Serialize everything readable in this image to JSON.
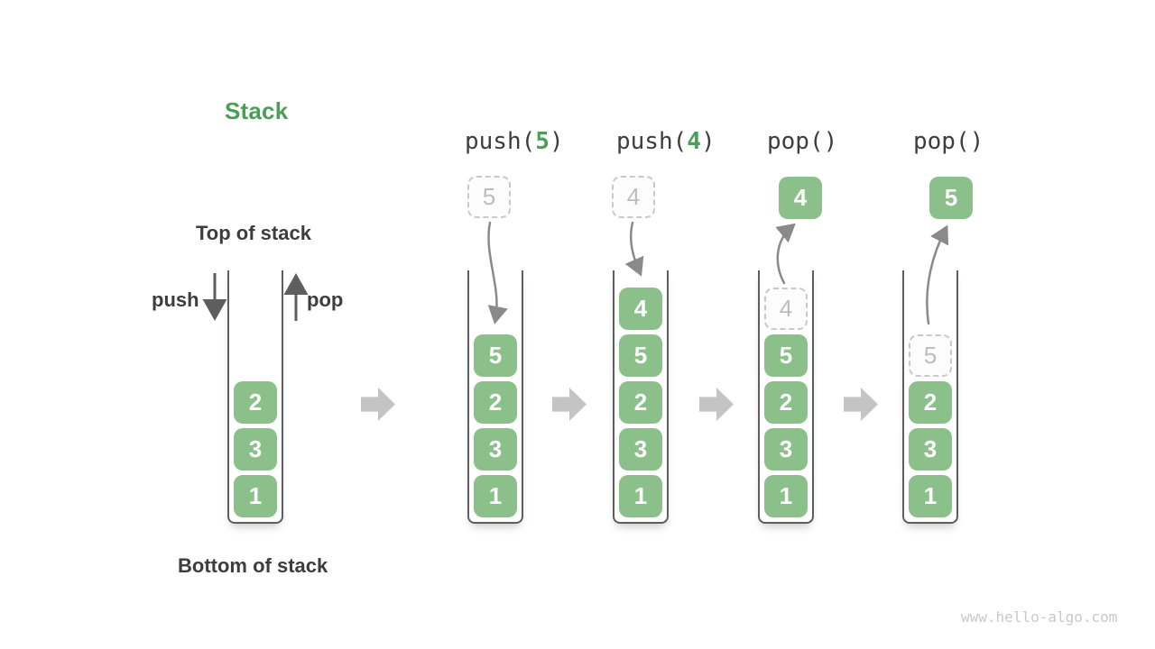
{
  "page": {
    "title": "Stack",
    "watermark": "www.hello-algo.com"
  },
  "labels": {
    "top_of_stack": "Top of stack",
    "bottom_of_stack": "Bottom of stack",
    "push": "push",
    "pop": "pop"
  },
  "operations": [
    {
      "prefix": "push(",
      "arg": "5",
      "suffix": ")"
    },
    {
      "prefix": "push(",
      "arg": "4",
      "suffix": ")"
    },
    {
      "prefix": "pop()",
      "arg": "",
      "suffix": ""
    },
    {
      "prefix": "pop()",
      "arg": "",
      "suffix": ""
    }
  ],
  "stacks": [
    {
      "cells": [
        "2",
        "3",
        "1"
      ]
    },
    {
      "incoming": "5",
      "cells": [
        "5",
        "2",
        "3",
        "1"
      ]
    },
    {
      "incoming": "4",
      "cells": [
        "4",
        "5",
        "2",
        "3",
        "1"
      ]
    },
    {
      "outgoing": "4",
      "ghost": "4",
      "cells": [
        "5",
        "2",
        "3",
        "1"
      ]
    },
    {
      "outgoing": "5",
      "ghost": "5",
      "cells": [
        "2",
        "3",
        "1"
      ]
    }
  ],
  "colors": {
    "box_green": "#8CC08A",
    "accent_green": "#4C9E57",
    "dark_text": "#3D3D3D",
    "wall_gray": "#5E5E5E",
    "curve_arrow_gray": "#8A8A8A",
    "block_arrow_gray": "#C4C4C4",
    "ghost_gray": "#BDBDBD",
    "watermark_gray": "#C9C9C9"
  }
}
